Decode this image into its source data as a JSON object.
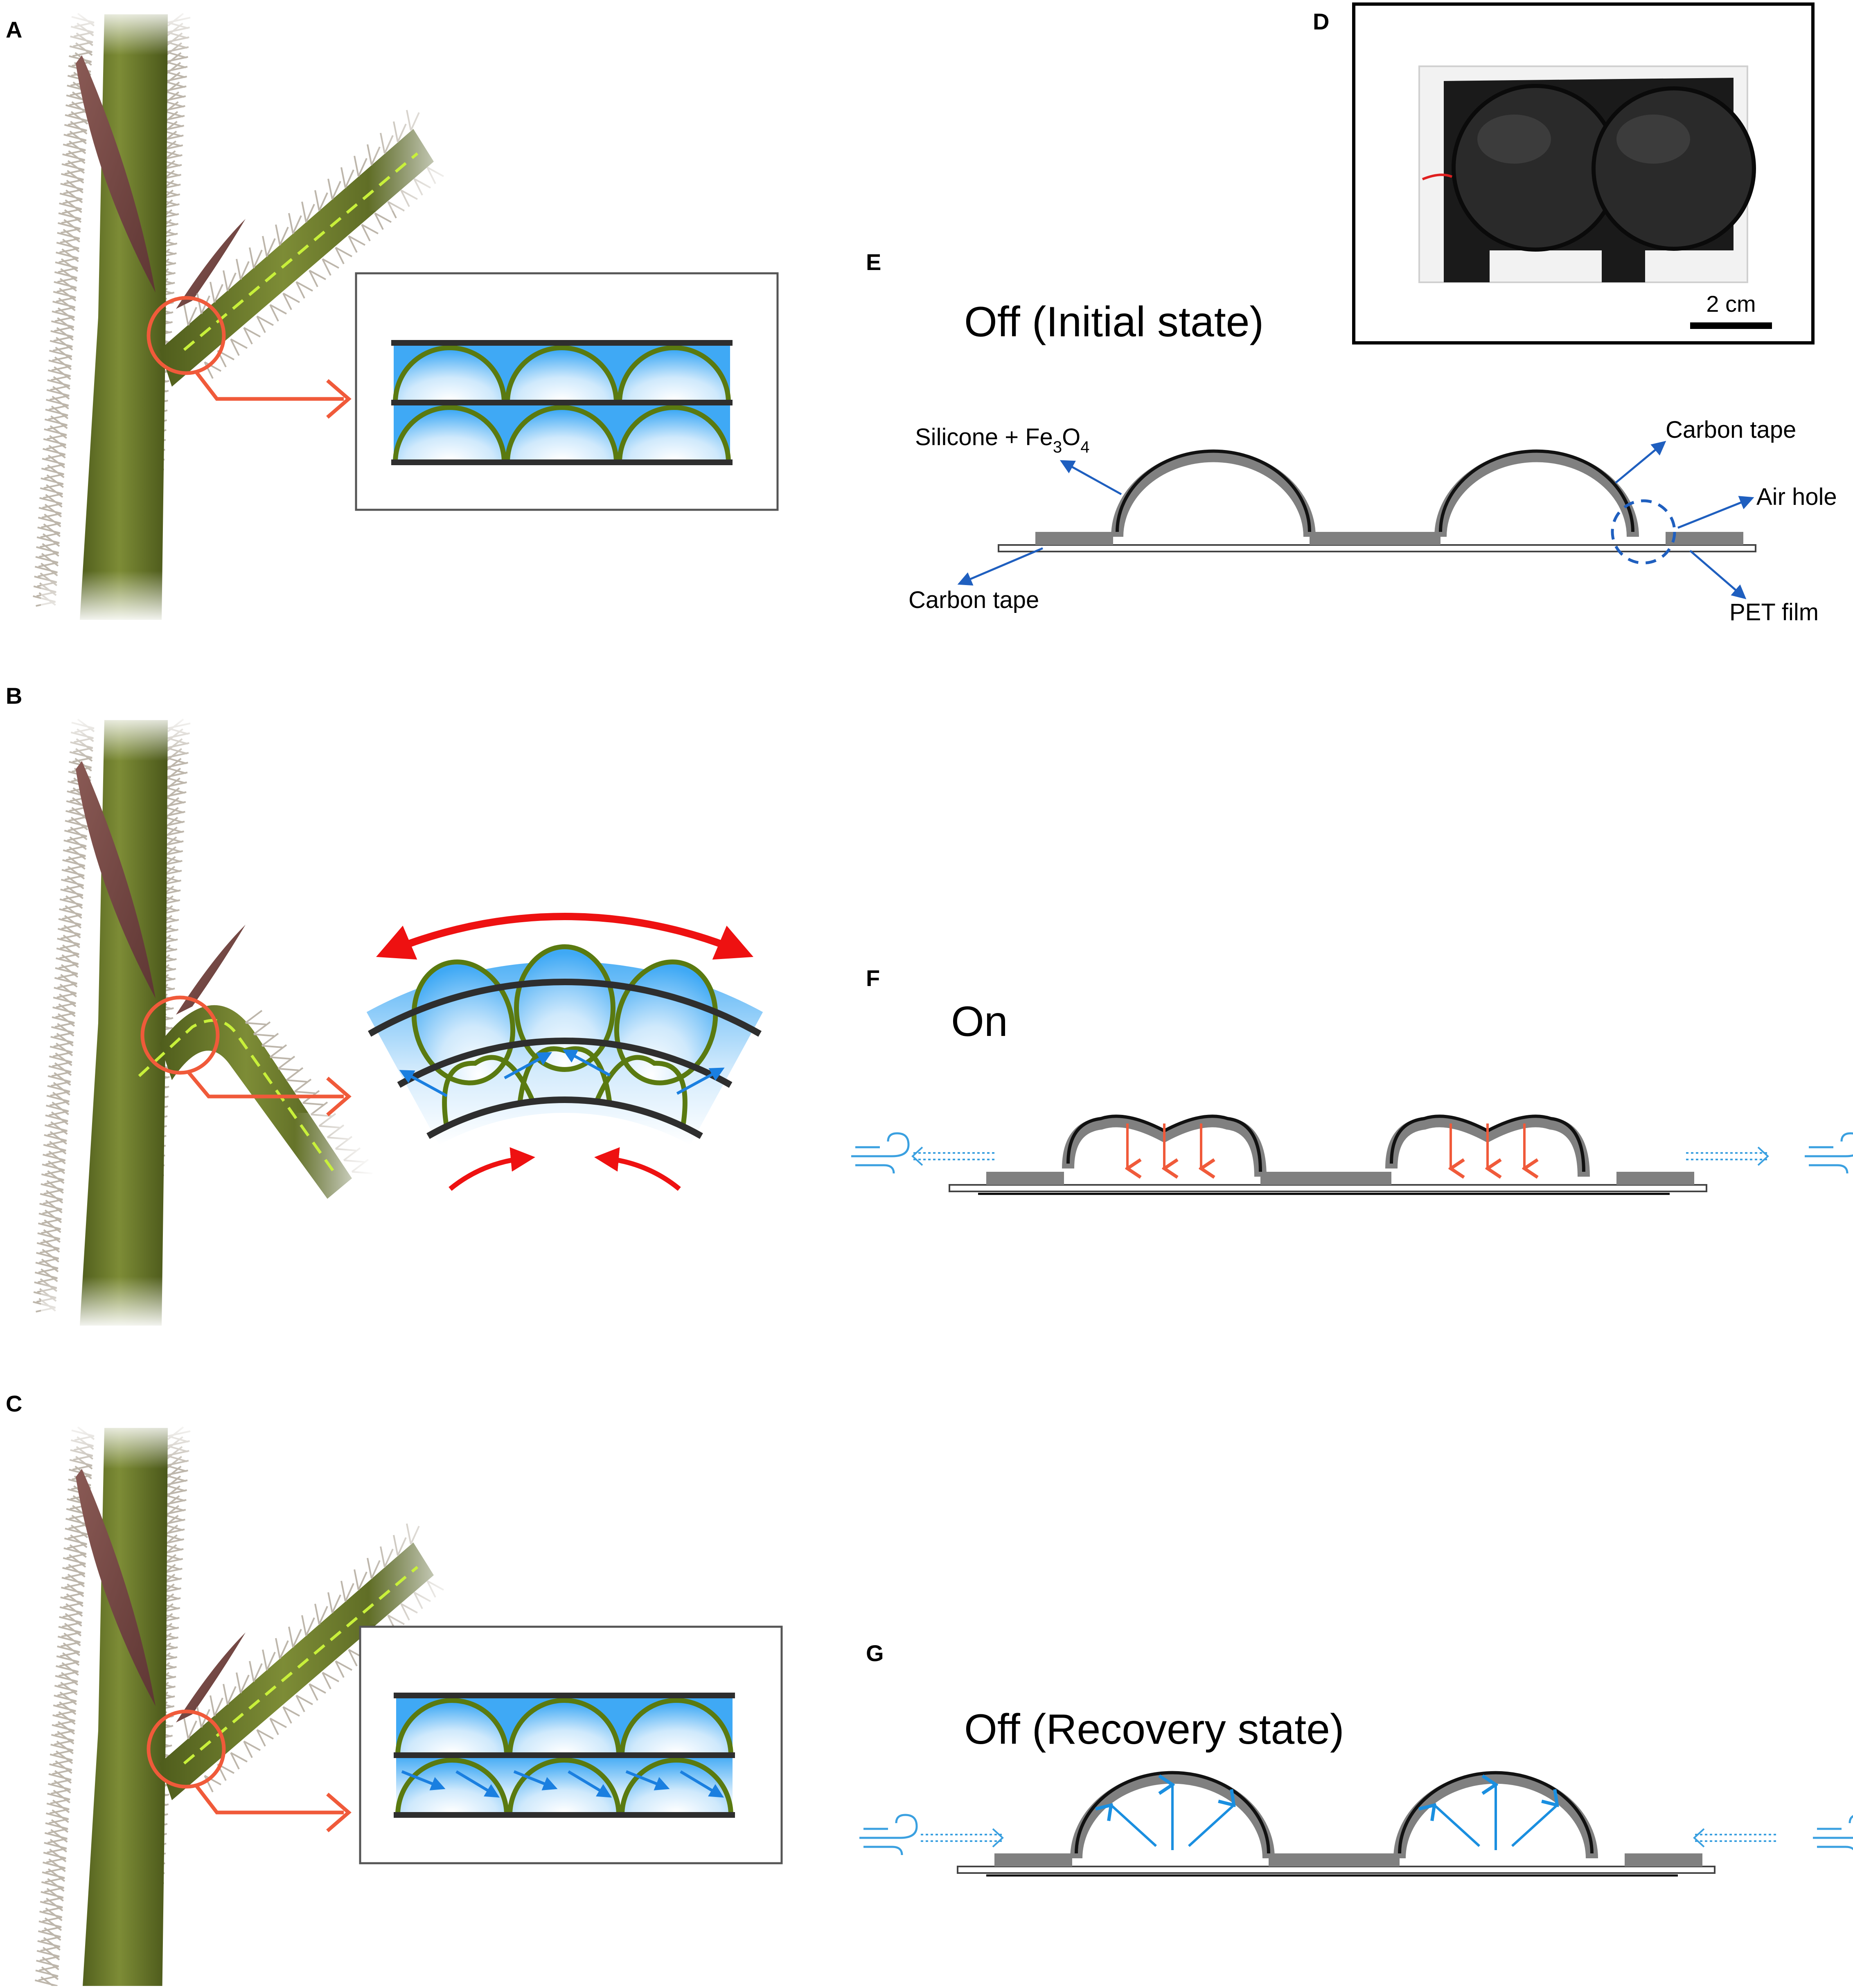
{
  "panels": {
    "A": "A",
    "B": "B",
    "C": "C",
    "D": "D",
    "E": "E",
    "F": "F",
    "G": "G"
  },
  "states": {
    "off_initial": "Off (Initial state)",
    "on": "On",
    "off_recovery": "Off (Recovery state)"
  },
  "labels": {
    "silicone_prefix": "Silicone + Fe",
    "silicone_sub1": "3",
    "silicone_mid": "O",
    "silicone_sub2": "4",
    "carbon_tape_top": "Carbon tape",
    "carbon_tape_bottom": "Carbon tape",
    "air_hole": "Air hole",
    "pet_film": "PET film"
  },
  "scale_bar": "2 cm",
  "colors": {
    "stem_green": "#6b7a2a",
    "leaf_brown": "#7a4a45",
    "highlight_red": "#f05a3a",
    "guide_green": "#c8f03a",
    "cell_blue": "#3fa9f5",
    "arc_green": "#5a7a10",
    "annotation_blue": "#1f5fbf",
    "air_blue": "#3aa0e0",
    "pressure_orange": "#f05a3a",
    "tape_gray": "#808080"
  }
}
